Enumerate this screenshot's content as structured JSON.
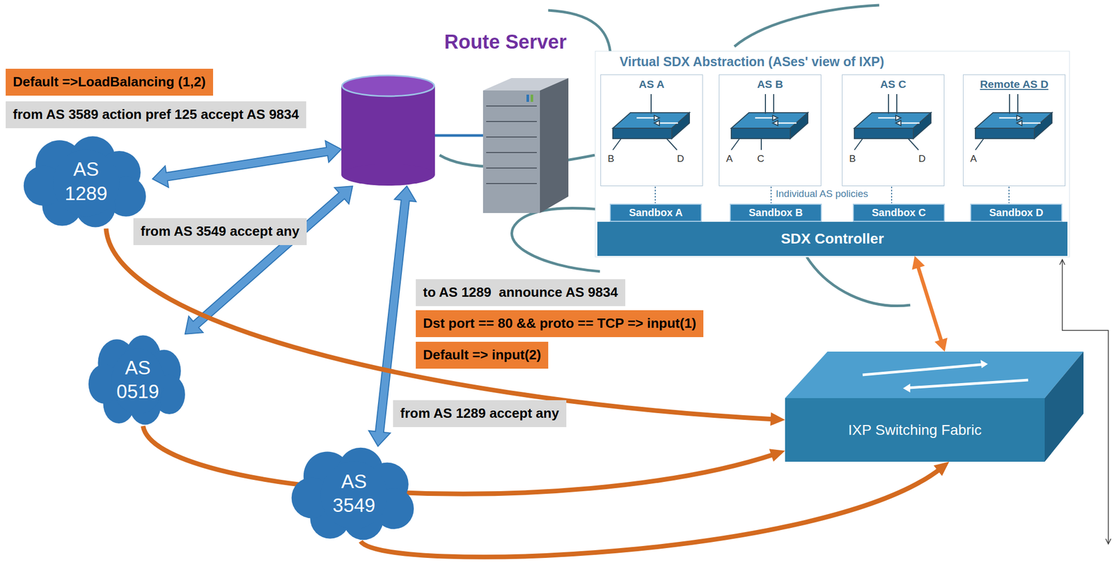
{
  "diagram": {
    "nodes": [
      {
        "text": [
          "Default =>LoadBalancing (1,2)"
        ]
      },
      {
        "text": [
          "from AS 3589 action pref 125 accept AS 9834"
        ]
      },
      {
        "text": [
          "Route Server"
        ]
      },
      {
        "text": [
          "Virtual SDX Abstraction (ASes' view of IXP)"
        ]
      },
      {
        "text": [
          "AS A"
        ],
        "in": 3
      },
      {
        "text": [
          "AS B"
        ],
        "in": 3
      },
      {
        "text": [
          "AS C"
        ],
        "in": 3
      },
      {
        "text": [
          "Remote AS D"
        ],
        "in": 3
      },
      {
        "text": [
          "Sandbox A"
        ],
        "in": 3
      },
      {
        "text": [
          "Sandbox B"
        ],
        "in": 3
      },
      {
        "text": [
          "Sandbox C"
        ],
        "in": 3
      },
      {
        "text": [
          "Sandbox D"
        ],
        "in": 3
      },
      {
        "text": [
          "SDX Controller"
        ],
        "in": 3
      },
      {
        "text": [
          "AS 1289"
        ]
      },
      {
        "text": [
          "from AS 3549 accept any"
        ]
      },
      {
        "text": [
          "to AS 1289  announce AS 9834"
        ]
      },
      {
        "text": [
          "Dst port == 80 && proto == TCP => input(1)"
        ]
      },
      {
        "text": [
          "Default => input(2)"
        ]
      },
      {
        "text": [
          "AS 0519"
        ]
      },
      {
        "text": [
          "from AS 1289 accept any"
        ]
      },
      {
        "text": [
          "IXP Switching Fabric"
        ]
      },
      {
        "text": [
          "AS 3549"
        ]
      }
    ],
    "edges": [
      {
        "from": 13,
        "to": 2,
        "arrow": "both"
      },
      {
        "from": 18,
        "to": 2,
        "arrow": "both"
      },
      {
        "from": 21,
        "to": 2,
        "arrow": "both"
      },
      {
        "from": 13,
        "to": 20,
        "arrow": "to"
      },
      {
        "from": 18,
        "to": 20,
        "arrow": "to"
      },
      {
        "from": 21,
        "to": 20,
        "arrow": "to"
      },
      {
        "from": 12,
        "to": 20,
        "arrow": "both"
      }
    ],
    "labels": [
      "B",
      "D",
      "A",
      "C",
      "B",
      "D",
      "A",
      "Individual AS policies"
    ]
  }
}
